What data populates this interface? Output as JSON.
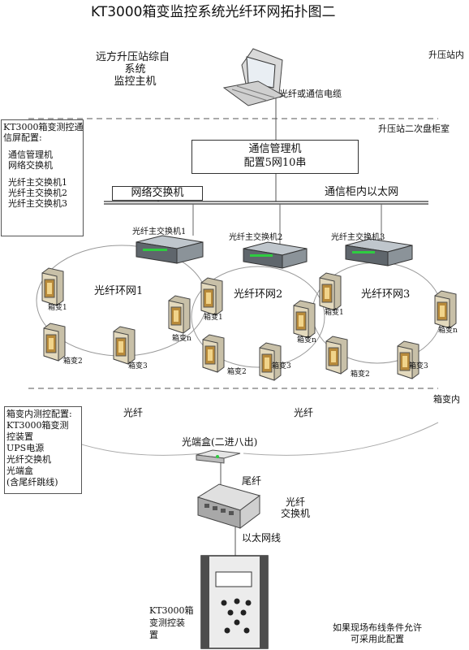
{
  "title": "KT3000箱变监控系统光纤环网拓扑图二",
  "zones": {
    "booster_station": "升压站内",
    "secondary_room": "升压站二次盘柜室",
    "box_sub_inside": "箱变内"
  },
  "remote_host": [
    "远方升压站综自",
    "系统",
    "监控主机"
  ],
  "cable_label": "光纤或通信电缆",
  "station_config": {
    "lines": [
      "KT3000箱变测控通",
      "信屏配置:",
      "",
      "通信管理机",
      "网络交换机",
      "",
      "光纤主交换机1",
      "光纤主交换机2",
      "光纤主交换机3"
    ]
  },
  "comm_manager": [
    "通信管理机",
    "配置5网10串"
  ],
  "network_switch": "网络交换机",
  "cabinet_ethernet": "通信柜内以太网",
  "rings": [
    {
      "switch": "光纤主交换机1",
      "ring": "光纤环网1",
      "boxes": [
        "箱变1",
        "箱变2",
        "箱变3",
        "箱变n"
      ]
    },
    {
      "switch": "光纤主交换机2",
      "ring": "光纤环网2",
      "boxes": [
        "箱变1",
        "箱变2",
        "箱变3",
        "箱变n"
      ]
    },
    {
      "switch": "光纤主交换机3",
      "ring": "光纤环网3",
      "boxes": [
        "箱变1",
        "箱变2",
        "箱变3",
        "箱变n"
      ]
    }
  ],
  "box_config": {
    "lines": [
      "箱变内测控配置:",
      "KT3000箱变测",
      "控装置",
      "UPS电源",
      "光纤交换机",
      "光端盒",
      "(含尾纤跳线)"
    ]
  },
  "fiber_left": "光纤",
  "fiber_right": "光纤",
  "terminal_box": "光端盒(二进八出)",
  "pigtail": "尾纤",
  "fiber_switch": [
    "光纤",
    "交换机"
  ],
  "ethernet_cable": "以太网线",
  "device": [
    "KT3000箱",
    "变测控装",
    "置"
  ],
  "note": [
    "如果现场布线条件允许",
    "可采用此配置"
  ]
}
